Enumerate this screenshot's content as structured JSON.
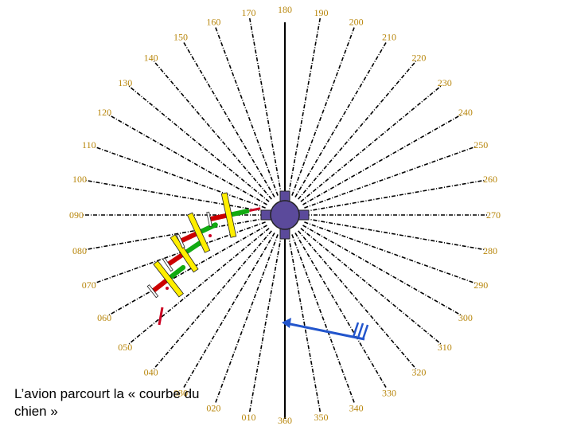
{
  "caption": "L’avion parcourt la « courbe du chien »",
  "bearings": [
    "010",
    "020",
    "030",
    "040",
    "050",
    "060",
    "070",
    "080",
    "090",
    "100",
    "110",
    "120",
    "130",
    "140",
    "150",
    "160",
    "170",
    "180",
    "190",
    "200",
    "210",
    "220",
    "230",
    "240",
    "250",
    "260",
    "270",
    "280",
    "290",
    "300",
    "310",
    "320",
    "330",
    "340",
    "350",
    "360"
  ],
  "colors": {
    "ray": "#000000",
    "label": "#b8860b",
    "station": "#5b4a9b",
    "needle": "#2255cc",
    "wing": "#ffee00",
    "fuselage_front": "#11aa11",
    "fuselage_back": "#cc0000",
    "trail": "#cc0022"
  },
  "icons": [
    "radio-station-icon",
    "wind-arrow-icon",
    "airplane-icon"
  ]
}
